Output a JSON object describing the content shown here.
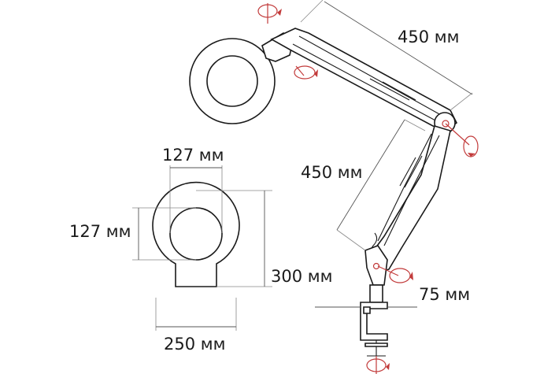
{
  "labels": {
    "arm_upper": "450 мм",
    "arm_lower": "450 мм",
    "lens_width": "127 мм",
    "lens_height": "127 мм",
    "head_height": "300 мм",
    "head_width": "250 мм",
    "clamp_width": "75 мм"
  },
  "colors": {
    "outline": "#1a1a1a",
    "rotation": "#c23b3b",
    "dimension": "#555555"
  },
  "icons": {
    "rotation_indicator": "rotation-arrow-icon"
  }
}
